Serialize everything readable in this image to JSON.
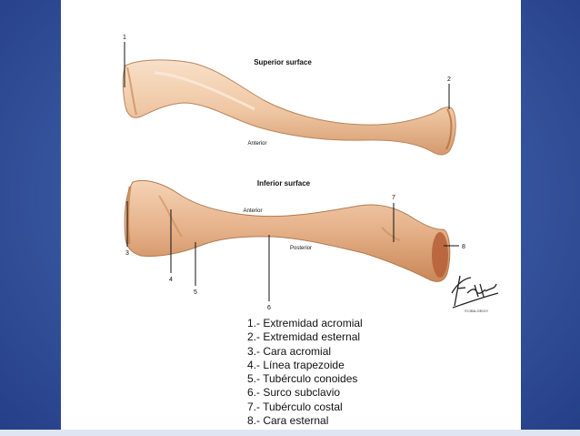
{
  "figure": {
    "superior_title": "Superior surface",
    "inferior_title": "Inferior surface",
    "anterior_label_top": "Anterior",
    "anterior_label_bottom": "Anterior",
    "posterior_label": "Posterior",
    "callouts": [
      "1",
      "2",
      "3",
      "4",
      "5",
      "6",
      "7",
      "8"
    ],
    "signature": "F. Netter",
    "credit": "©CIBA-GEIGY"
  },
  "legend": [
    "1.- Extremidad acromial",
    "2.- Extremidad esternal",
    "3.- Cara acromial",
    "4.- Línea trapezoide",
    "5.- Tubérculo conoides",
    "6.- Surco subclavio",
    "7.- Tubérculo costal",
    "8.- Cara esternal"
  ],
  "colors": {
    "background": "#2f4d96",
    "panel": "#ffffff",
    "bone_light": "#f6d8bc",
    "bone_mid": "#e9b58d",
    "bone_shadow": "#c98a5c",
    "facet": "#b8623a"
  }
}
